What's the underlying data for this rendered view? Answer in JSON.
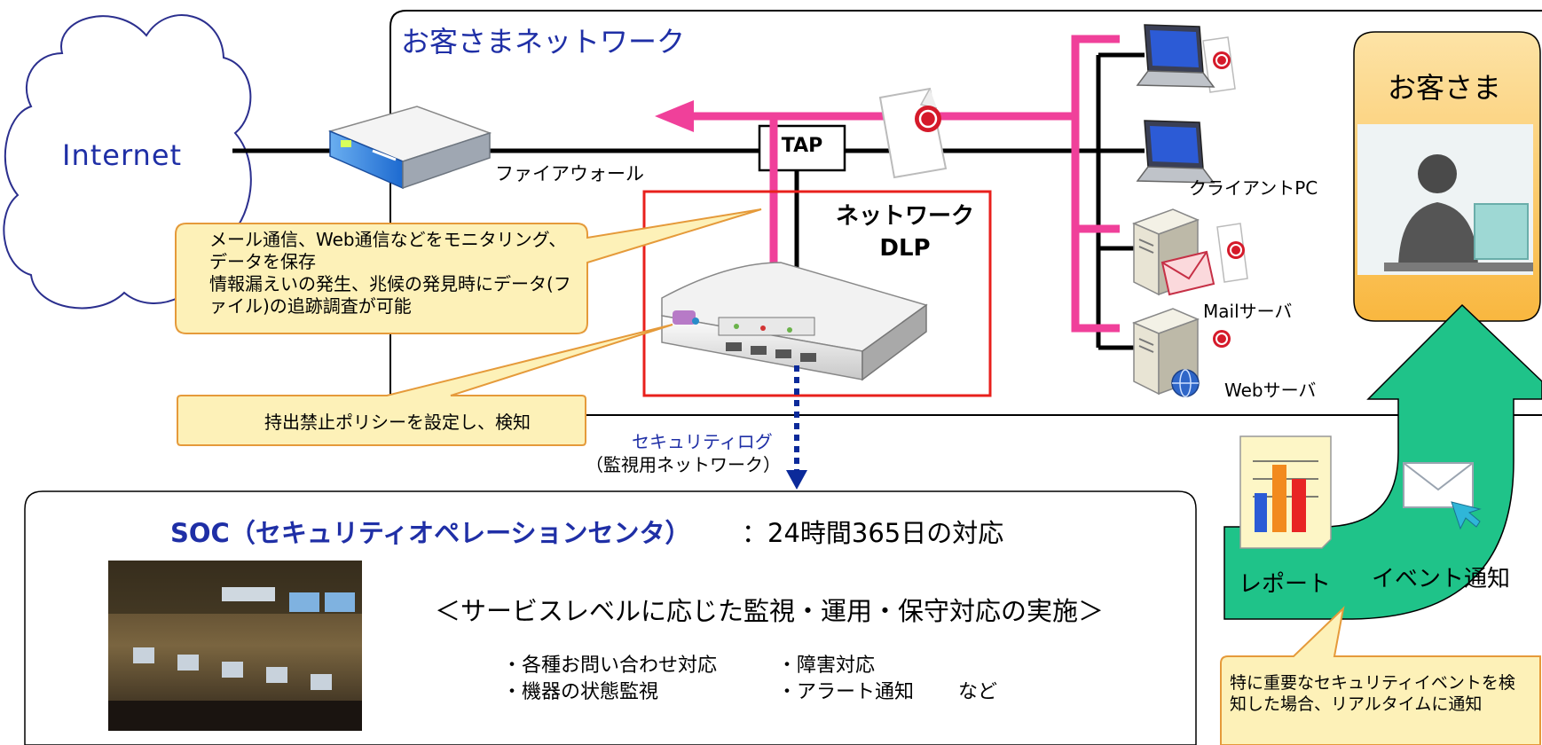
{
  "network": {
    "title": "お客さまネットワーク",
    "internet": "Internet",
    "firewall": "ファイアウォール",
    "tap": "TAP",
    "dlp_line1": "ネットワーク",
    "dlp_line2": "DLP",
    "client_pc": "クライアントPC",
    "mail_server": "Mailサーバ",
    "web_server": "Webサーバ",
    "security_log": "セキュリティログ",
    "monitor_network": "（監視用ネットワーク）"
  },
  "callouts": {
    "monitoring": "メール通信、Web通信などをモニタリング、データを保存\n情報漏えいの発生、兆候の発見時にデータ(ファイル)の追跡調査が可能",
    "policy": "持出禁止ポリシーを設定し、検知",
    "realtime": "特に重要なセキュリティイベントを検知した場合、リアルタイムに通知"
  },
  "customer": {
    "label": "お客さま"
  },
  "soc": {
    "title": "SOC（セキュリティオペレーションセンタ）",
    "subtitle": "：24時間365日の対応",
    "service_heading": "＜サービスレベルに応じた監視・運用・保守対応の実施＞",
    "services": [
      "・各種お問い合わせ対応",
      "・障害対応",
      "・機器の状態監視",
      "・アラート通知",
      "など"
    ]
  },
  "report": {
    "report_label": "レポート",
    "event_label": "イベント通知"
  },
  "colors": {
    "flow_pink": "#f0409a",
    "frame_red": "#e8201c",
    "label_blue": "#1f2fa6",
    "callout_fill": "#fdf1b8",
    "callout_stroke": "#e59a3a",
    "arrow_green": "#1fc389",
    "customer_fill": "#fcca5c",
    "log_arrow": "#0b2a9a"
  },
  "icons": [
    "cloud-icon",
    "router-icon",
    "dlp-appliance-icon",
    "laptop-icon",
    "server-icon",
    "confidential-document-icon",
    "envelope-icon",
    "globe-icon",
    "report-chart-icon",
    "operator-icon",
    "soc-photo"
  ]
}
